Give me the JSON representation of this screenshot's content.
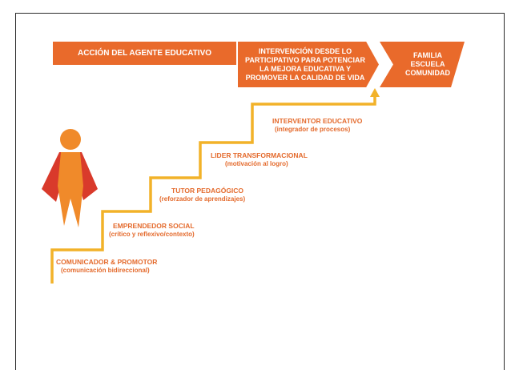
{
  "header": {
    "action_label": "ACCIÓN DEL AGENTE EDUCATIVO",
    "intervention_lines": [
      "INTERVENCIÓN DESDE LO",
      "PARTICIPATIVO PARA POTENCIAR",
      "LA MEJORA EDUCATIVA Y",
      "PROMOVER LA CALIDAD DE VIDA"
    ],
    "target_lines": [
      "FAMILIA",
      "ESCUELA",
      "COMUNIDAD"
    ]
  },
  "steps": [
    {
      "title": "COMUNICADOR & PROMOTOR",
      "subtitle": "(comunicación bidireccional)"
    },
    {
      "title": "EMPRENDEDOR SOCIAL",
      "subtitle": "(crítico y reflexivo/contexto)"
    },
    {
      "title": "TUTOR PEDAGÓGICO",
      "subtitle": "(reforzador de aprendizajes)"
    },
    {
      "title": "LIDER TRANSFORMACIONAL",
      "subtitle": "(motivación al logro)"
    },
    {
      "title": "INTERVENTOR EDUCATIVO",
      "subtitle": "(integrador de procesos)"
    }
  ],
  "colors": {
    "accent_orange": "#e96a2b",
    "stair_yellow": "#f2b229",
    "figure_red": "#d93a2b",
    "figure_orange": "#f08a2a",
    "text_orange": "#e46a2c"
  },
  "icons": {
    "figure": "person-figure-icon",
    "arrow": "arrow-up-icon"
  }
}
